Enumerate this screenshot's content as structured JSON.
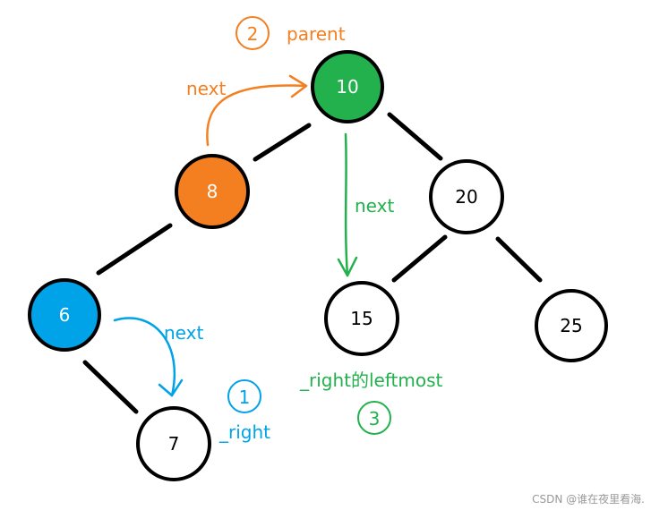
{
  "colors": {
    "orange": "#F47F20",
    "green": "#22B14C",
    "blue": "#00A2E8",
    "black": "#000000",
    "watermark": "#999999"
  },
  "nodes": [
    {
      "id": "n10",
      "label": "10",
      "color": "green"
    },
    {
      "id": "n8",
      "label": "8",
      "color": "orange"
    },
    {
      "id": "n20",
      "label": "20",
      "color": "white"
    },
    {
      "id": "n6",
      "label": "6",
      "color": "blue"
    },
    {
      "id": "n15",
      "label": "15",
      "color": "white"
    },
    {
      "id": "n25",
      "label": "25",
      "color": "white"
    },
    {
      "id": "n7",
      "label": "7",
      "color": "white"
    }
  ],
  "edges": [
    [
      "n10",
      "n8"
    ],
    [
      "n10",
      "n20"
    ],
    [
      "n8",
      "n6"
    ],
    [
      "n20",
      "n15"
    ],
    [
      "n20",
      "n25"
    ],
    [
      "n6",
      "n7"
    ]
  ],
  "annotations": {
    "step1_number": "1",
    "step1_label": "_right",
    "step2_number": "2",
    "step2_label": "parent",
    "step3_number": "3",
    "step3_label": "_right的leftmost",
    "next_orange": "next",
    "next_green": "next",
    "next_blue": "next"
  },
  "watermark": "CSDN @谁在夜里看海."
}
